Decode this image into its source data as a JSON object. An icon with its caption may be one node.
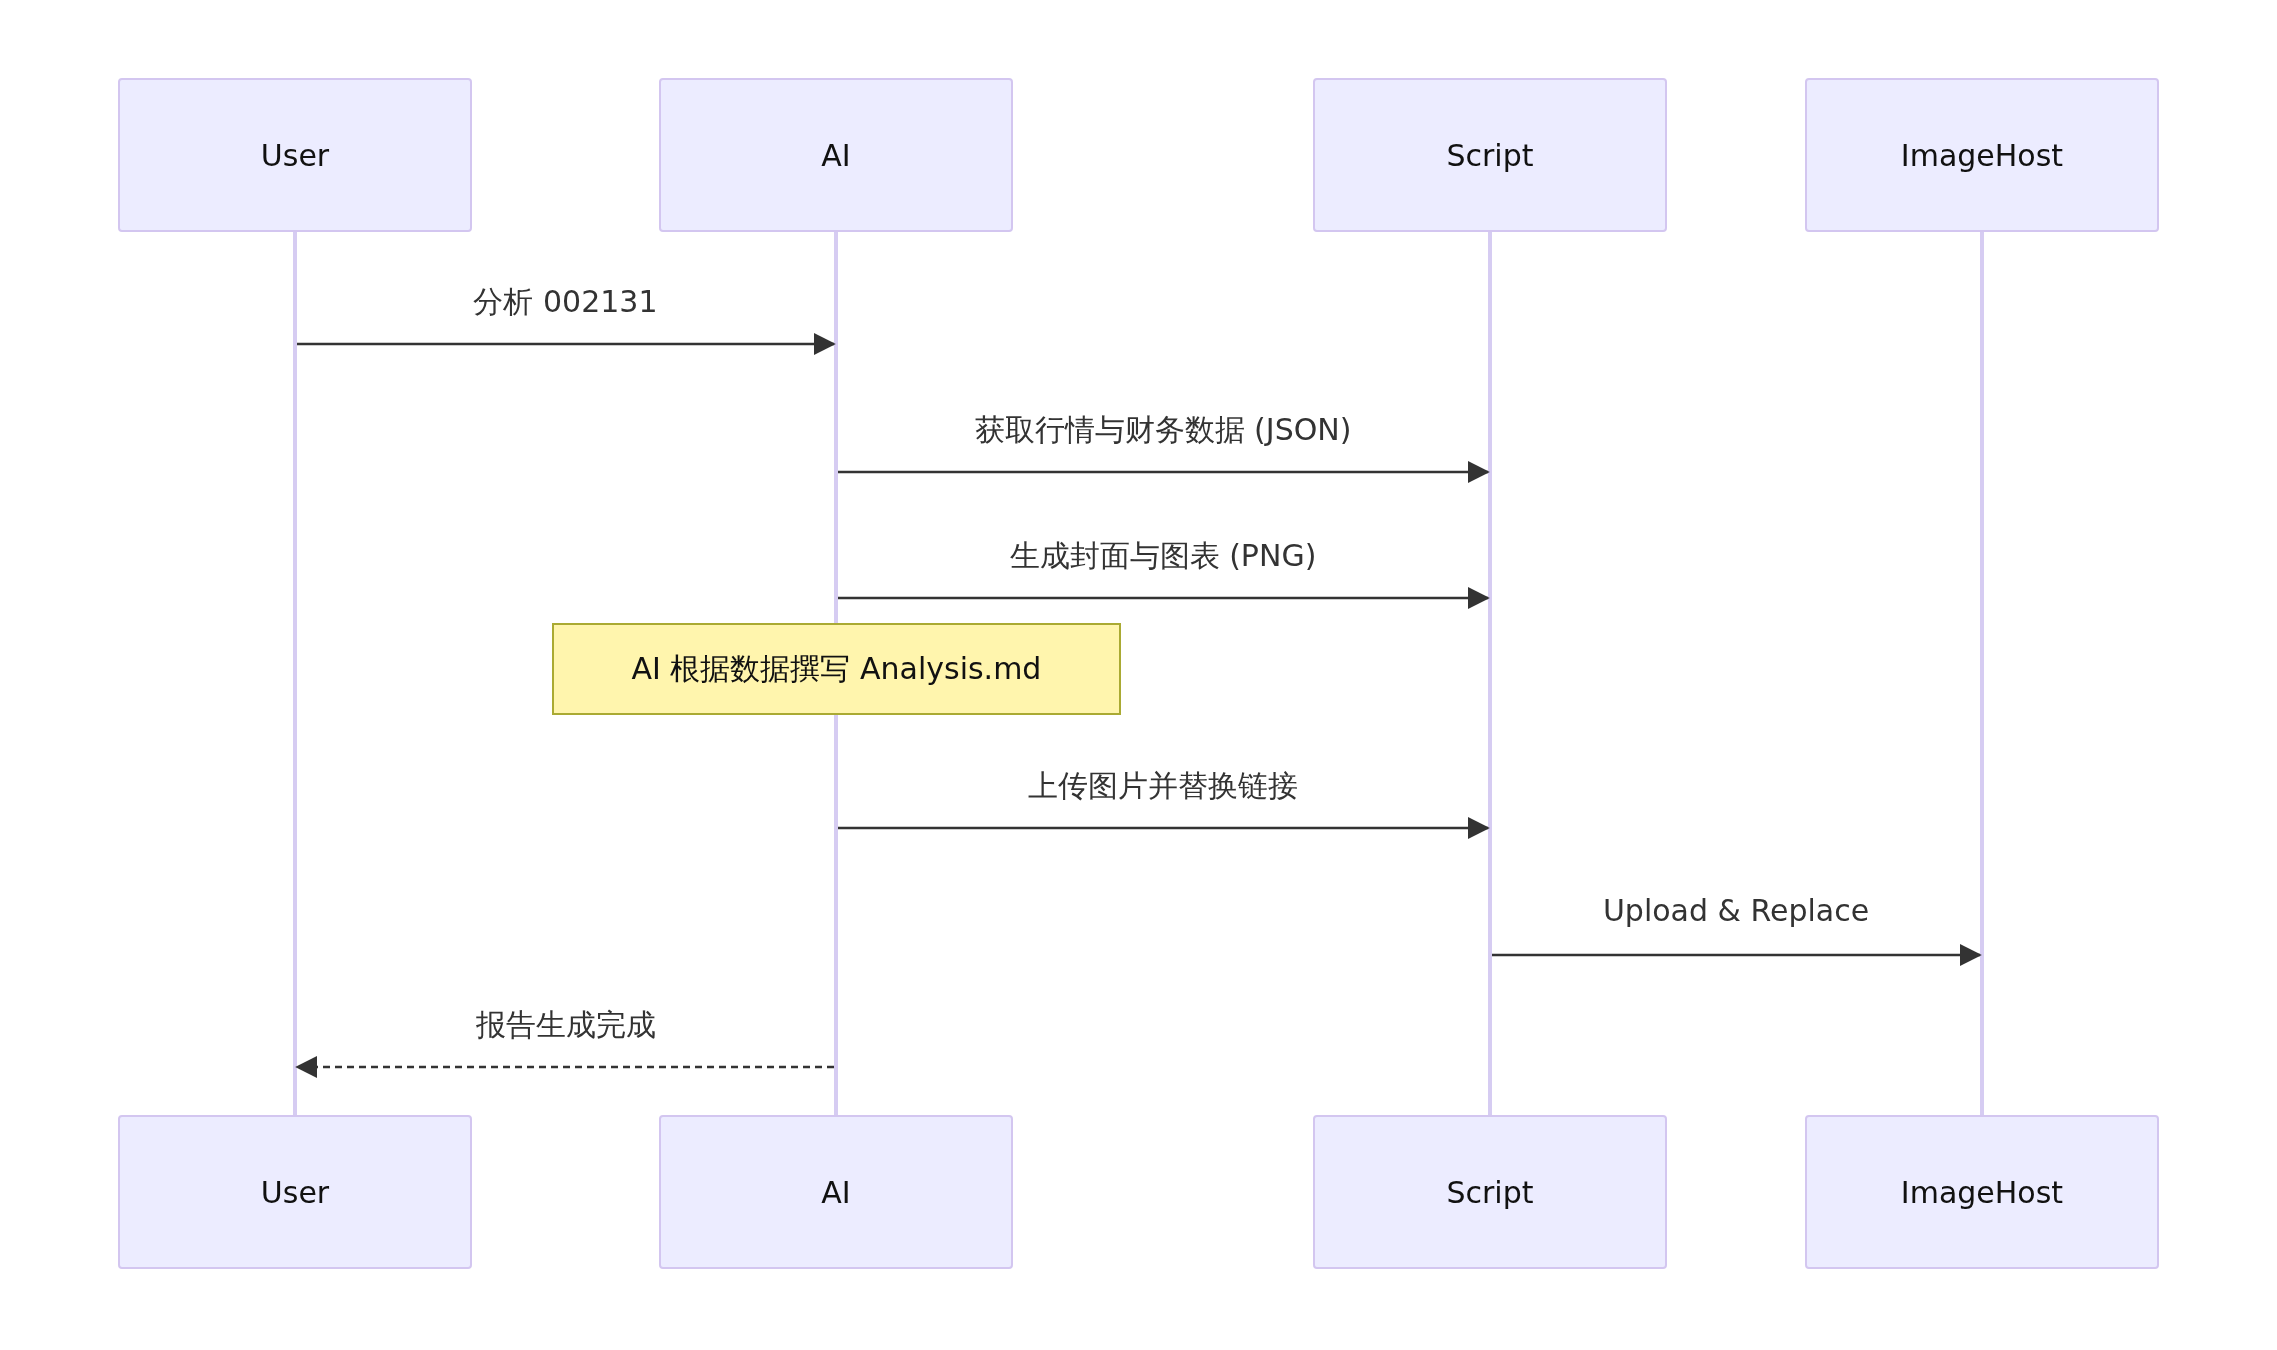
{
  "diagram": {
    "nodes": [
      {
        "text": [
          "User"
        ]
      },
      {
        "text": [
          "AI"
        ]
      },
      {
        "text": [
          "Script"
        ]
      },
      {
        "text": [
          "ImageHost"
        ]
      },
      {
        "text": [],
        "shape": "bar"
      },
      {
        "text": [],
        "shape": "bar"
      },
      {
        "text": [],
        "shape": "bar"
      },
      {
        "text": [],
        "shape": "bar"
      },
      {
        "text": [
          "AI 根据数据撰写 Analysis.md"
        ]
      },
      {
        "text": [],
        "shape": "bar"
      },
      {
        "text": [
          "User"
        ]
      },
      {
        "text": [
          "AI"
        ]
      },
      {
        "text": [
          "Script"
        ]
      },
      {
        "text": [
          "ImageHost"
        ]
      }
    ],
    "edges": [
      {
        "from": 4,
        "to": 5,
        "arrow": "to",
        "label": "分析 002131"
      },
      {
        "from": 5,
        "to": 6,
        "arrow": "to",
        "label": "获取行情与财务数据 (JSON)"
      },
      {
        "from": 5,
        "to": 6,
        "arrow": "to",
        "label": "生成封面与图表 (PNG)"
      },
      {
        "from": 9,
        "to": 6,
        "arrow": "to",
        "label": "上传图片并替换链接"
      },
      {
        "from": 6,
        "to": 7,
        "arrow": "to",
        "label": "Upload & Replace"
      },
      {
        "from": 9,
        "to": 4,
        "arrow": "to",
        "label": "报告生成完成",
        "style": "dashed"
      }
    ]
  }
}
